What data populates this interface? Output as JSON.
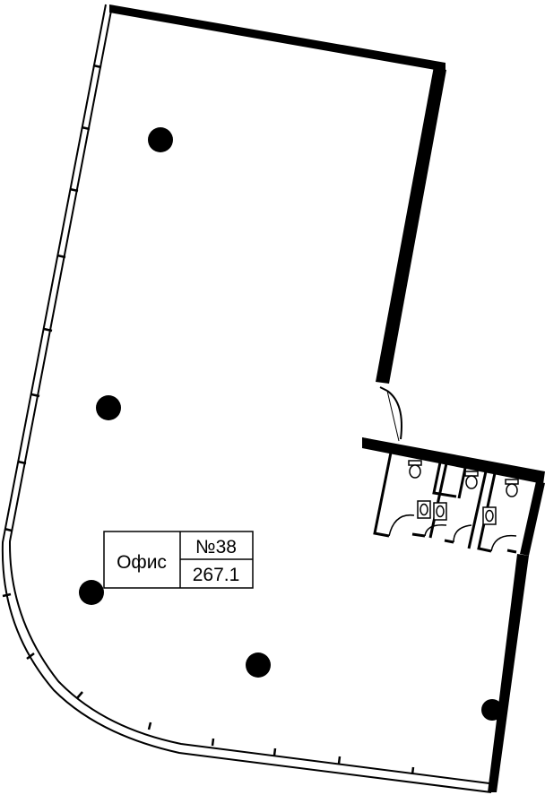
{
  "room": {
    "type_label": "Офис",
    "number_label": "№38",
    "area_label": "267.1"
  },
  "colors": {
    "wall": "#000000",
    "background": "#ffffff"
  }
}
